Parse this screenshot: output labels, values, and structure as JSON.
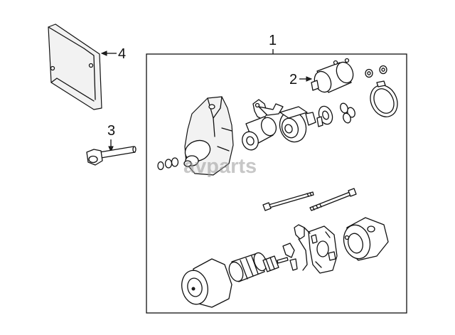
{
  "diagram": {
    "callouts": [
      {
        "id": "1",
        "label": "1"
      },
      {
        "id": "2",
        "label": "2"
      },
      {
        "id": "3",
        "label": "3"
      },
      {
        "id": "4",
        "label": "4"
      }
    ],
    "watermark": "avparts"
  }
}
